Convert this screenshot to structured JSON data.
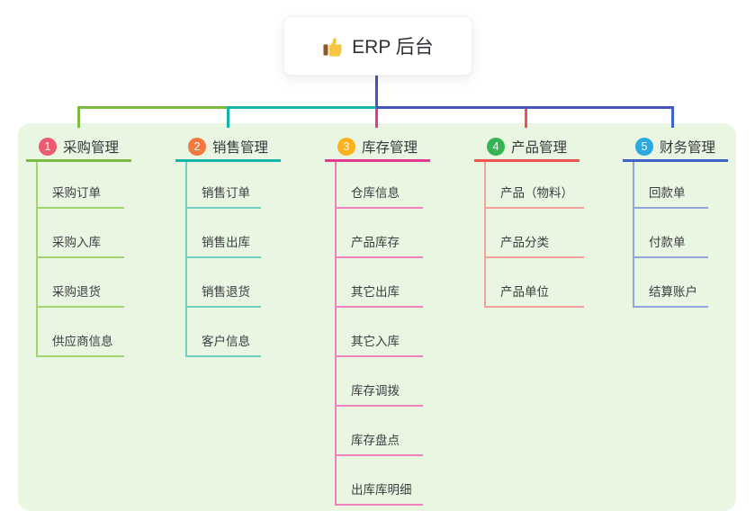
{
  "root": {
    "label": "ERP 后台",
    "icon": "thumbs-up-icon",
    "icon_colors": {
      "hand": "#f6c544",
      "cuff": "#8d5a2b"
    }
  },
  "colors": {
    "page_bg": "#ffffff",
    "panel_bg": "#e8f6e2",
    "card_bg": "#ffffff",
    "root_connector": "#4456bb",
    "text_dark": "#38383c",
    "text_child": "#3d3d41"
  },
  "branches": [
    {
      "badge": "1",
      "label": "采购管理",
      "badge_color": "#ec5b71",
      "line_color": "#7cbb3f",
      "light_color": "#a4d371",
      "children": [
        "采购订单",
        "采购入库",
        "采购退货",
        "供应商信息"
      ]
    },
    {
      "badge": "2",
      "label": "销售管理",
      "badge_color": "#f4793f",
      "line_color": "#16b3a9",
      "light_color": "#6fd0c6",
      "children": [
        "销售订单",
        "销售出库",
        "销售退货",
        "客户信息"
      ]
    },
    {
      "badge": "3",
      "label": "库存管理",
      "badge_color": "#fcb11d",
      "line_color": "#e23a92",
      "light_color": "#ef82ba",
      "children": [
        "仓库信息",
        "产品库存",
        "其它出库",
        "其它入库",
        "库存调拨",
        "库存盘点",
        "出库库明细"
      ]
    },
    {
      "badge": "4",
      "label": "产品管理",
      "badge_color": "#33b553",
      "line_color": "#ef5350",
      "light_color": "#f5a09a",
      "children": [
        "产品（物料）",
        "产品分类",
        "产品单位"
      ]
    },
    {
      "badge": "5",
      "label": "财务管理",
      "badge_color": "#2aa9e0",
      "line_color": "#3f63c6",
      "light_color": "#93a6d9",
      "children": [
        "回款单",
        "付款单",
        "结算账户"
      ]
    }
  ]
}
